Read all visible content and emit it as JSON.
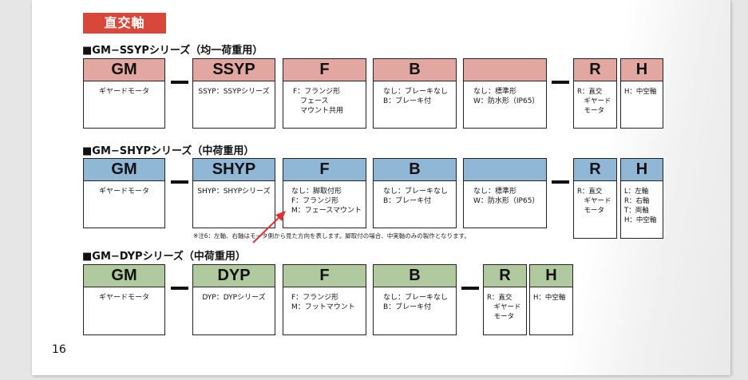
{
  "section_label": "直交軸",
  "series": [
    {
      "title": "■GM−SSYPシリーズ（均一荷重用）",
      "cells": [
        {
          "code": "GM",
          "desc": "ギヤードモータ"
        },
        {
          "code": "SSYP",
          "desc": "SSYP：SSYPシリーズ"
        },
        {
          "code": "F",
          "desc": "F：フランジ形\n　フェース\n　マウント共用"
        },
        {
          "code": "B",
          "desc": "なし：ブレーキなし\nB：ブレーキ付"
        },
        {
          "code": "",
          "desc": "なし：標準形\nW：防水形（IP65）"
        },
        {
          "code": "R",
          "desc": "R：直交\n　ギヤード\n　モータ"
        },
        {
          "code": "H",
          "desc": "H：中空軸"
        }
      ]
    },
    {
      "title": "■GM−SHYPシリーズ（中荷重用）",
      "cells": [
        {
          "code": "GM",
          "desc": "ギヤードモータ"
        },
        {
          "code": "SHYP",
          "desc": "SHYP：SHYPシリーズ"
        },
        {
          "code": "F",
          "desc": "なし：脚取付形\nF：フランジ形\nM：フェースマウント"
        },
        {
          "code": "B",
          "desc": "なし：ブレーキなし\nB：ブレーキ付"
        },
        {
          "code": "",
          "desc": "なし：標準形\nW：防水形（IP65）"
        },
        {
          "code": "R",
          "desc": "R：直交\n　ギヤード\n　モータ"
        },
        {
          "code": "H",
          "desc": "L：左軸\nR：右軸\nT：両軸\nH：中空軸"
        }
      ],
      "note": "※注6：左軸、右軸はモータ側から見た方向を表します。脚取付の場合、中実軸のみの製作となります。"
    },
    {
      "title": "■GM−DYPシリーズ（中荷重用）",
      "cells": [
        {
          "code": "GM",
          "desc": "ギヤードモータ"
        },
        {
          "code": "DYP",
          "desc": "DYP：DYPシリーズ"
        },
        {
          "code": "F",
          "desc": "F：フランジ形\nM：フットマウント"
        },
        {
          "code": "B",
          "desc": "なし：ブレーキなし\nB：ブレーキ付"
        },
        {
          "code": "R",
          "desc": "R：直交\n　ギヤード\n　モータ"
        },
        {
          "code": "H",
          "desc": "H：中空軸"
        }
      ]
    }
  ],
  "page_number": "16",
  "colors": {
    "section_tag": "#d7483a",
    "pink": "#e2a7a1",
    "blue": "#91b7d6",
    "green": "#b0c99f",
    "arrow": "#e03030"
  }
}
